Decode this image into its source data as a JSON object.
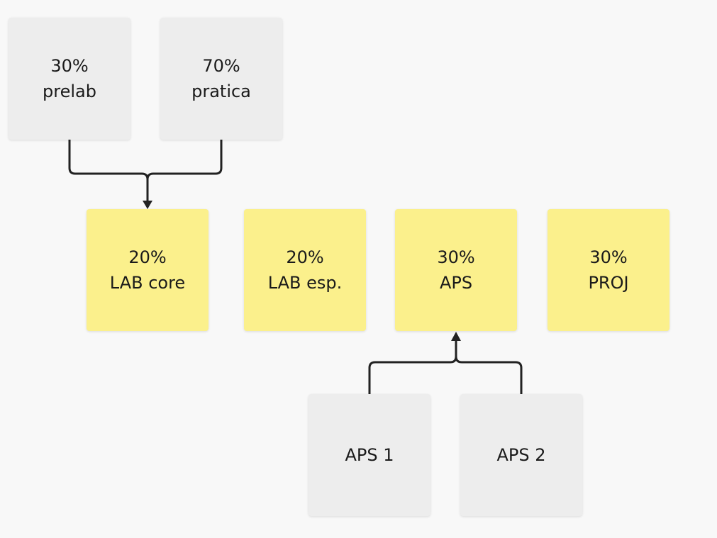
{
  "colors": {
    "background": "#f8f8f8",
    "gray_note": "#ededed",
    "yellow_note": "#fbf08c",
    "connector": "#222222"
  },
  "notes": {
    "prelab": {
      "percent": "30%",
      "label": "prelab"
    },
    "pratica": {
      "percent": "70%",
      "label": "pratica"
    },
    "lab_core": {
      "percent": "20%",
      "label": "LAB core"
    },
    "lab_esp": {
      "percent": "20%",
      "label": "LAB esp."
    },
    "aps": {
      "percent": "30%",
      "label": "APS"
    },
    "proj": {
      "percent": "30%",
      "label": "PROJ"
    },
    "aps1": {
      "label": "APS 1"
    },
    "aps2": {
      "label": "APS 2"
    }
  },
  "connectors": [
    {
      "from": [
        "prelab",
        "pratica"
      ],
      "to": "lab_core"
    },
    {
      "from": [
        "aps1",
        "aps2"
      ],
      "to": "aps"
    }
  ]
}
